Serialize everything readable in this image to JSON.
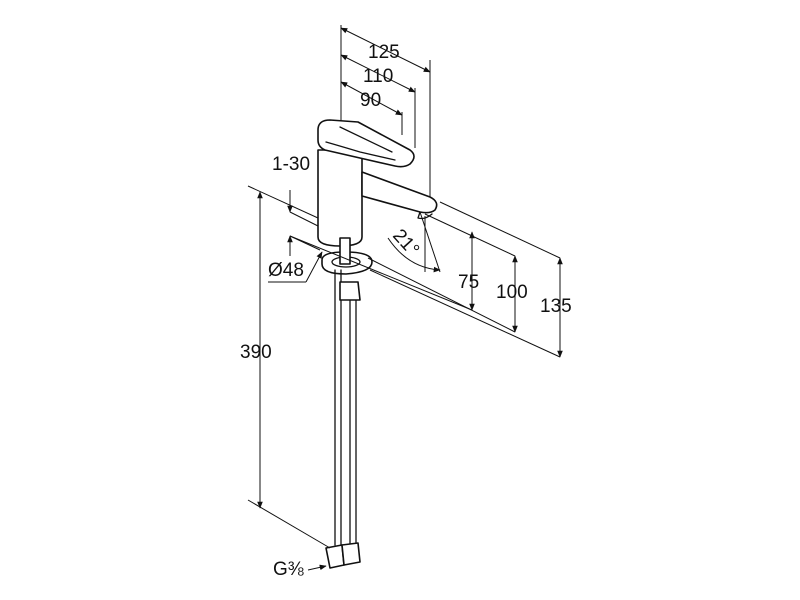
{
  "dimensions": {
    "projection_125": "125",
    "projection_110": "110",
    "projection_90": "90",
    "deck_thickness": "1-30",
    "hole_diameter": "Ø48",
    "spout_angle": "21°",
    "height_75": "75",
    "height_100": "100",
    "height_135": "135",
    "hose_length": "390",
    "thread": "G⅜"
  },
  "colors": {
    "line": "#111111",
    "background": "#ffffff"
  }
}
